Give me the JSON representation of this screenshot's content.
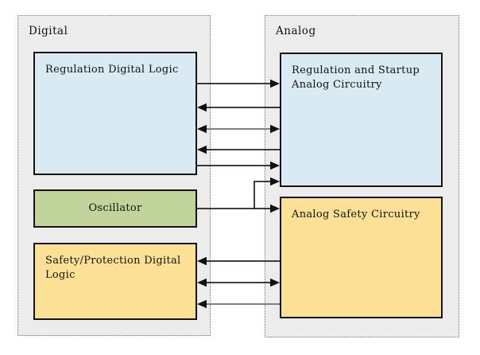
{
  "diagram": {
    "groups": [
      {
        "id": "digital",
        "label": "Digital"
      },
      {
        "id": "analog",
        "label": "Analog"
      }
    ],
    "blocks": [
      {
        "id": "reg-digital",
        "label": "Regulation Digital Logic",
        "group": "digital",
        "fill": "#d9eaf2"
      },
      {
        "id": "oscillator",
        "label": "Oscillator",
        "group": "digital",
        "fill": "#c1d49c"
      },
      {
        "id": "safety-digital",
        "label": "Safety/Protection Digital Logic",
        "group": "digital",
        "fill": "#fce095"
      },
      {
        "id": "reg-analog",
        "label": "Regulation and Startup Analog Circuitry",
        "group": "analog",
        "fill": "#d9eaf2"
      },
      {
        "id": "safety-analog",
        "label": "Analog Safety Circuitry",
        "group": "analog",
        "fill": "#fce095"
      }
    ],
    "connections": [
      {
        "name": "reg-digital-to-reg-analog-top",
        "from": "reg-digital",
        "to": "reg-analog",
        "heads": "end",
        "shaft": "#000000",
        "width": 1.5,
        "points": [
          [
            248,
            105
          ],
          [
            352,
            105
          ]
        ]
      },
      {
        "name": "reg-analog-to-reg-digital-1",
        "from": "reg-analog",
        "to": "reg-digital",
        "heads": "start",
        "shaft": "#000000",
        "width": 1.5,
        "points": [
          [
            248,
            135
          ],
          [
            352,
            135
          ]
        ]
      },
      {
        "name": "reg-bidirectional",
        "from": "reg-digital",
        "to": "reg-analog",
        "heads": "both",
        "shaft": "#7f7f7f",
        "width": 2,
        "points": [
          [
            248,
            162
          ],
          [
            352,
            162
          ]
        ]
      },
      {
        "name": "reg-analog-to-reg-digital-2",
        "from": "reg-analog",
        "to": "reg-digital",
        "heads": "start",
        "shaft": "#000000",
        "width": 1.5,
        "points": [
          [
            248,
            188
          ],
          [
            352,
            188
          ]
        ]
      },
      {
        "name": "reg-digital-to-reg-analog-bottom",
        "from": "reg-digital",
        "to": "reg-analog",
        "heads": "end",
        "shaft": "#000000",
        "width": 1.5,
        "points": [
          [
            248,
            208
          ],
          [
            352,
            208
          ]
        ]
      },
      {
        "name": "oscillator-to-safety-analog",
        "from": "oscillator",
        "to": "safety-analog",
        "heads": "end",
        "shaft": "#000000",
        "width": 1.5,
        "points": [
          [
            248,
            262
          ],
          [
            352,
            262
          ]
        ]
      },
      {
        "name": "oscillator-branch-to-reg-analog",
        "from": "oscillator",
        "to": "reg-analog",
        "heads": "end",
        "shaft": "#000000",
        "width": 1.5,
        "points": [
          [
            320,
            262
          ],
          [
            320,
            228
          ],
          [
            352,
            228
          ]
        ]
      },
      {
        "name": "safety-analog-to-safety-digital-1",
        "from": "safety-analog",
        "to": "safety-digital",
        "heads": "start",
        "shaft": "#000000",
        "width": 1.5,
        "points": [
          [
            248,
            328
          ],
          [
            352,
            328
          ]
        ]
      },
      {
        "name": "safety-bidirectional",
        "from": "safety-digital",
        "to": "safety-analog",
        "heads": "both",
        "shaft": "#000000",
        "width": 1.5,
        "points": [
          [
            248,
            355
          ],
          [
            352,
            355
          ]
        ]
      },
      {
        "name": "safety-analog-to-safety-digital-2",
        "from": "safety-analog",
        "to": "safety-digital",
        "heads": "start",
        "shaft": "#7f7f7f",
        "width": 2,
        "points": [
          [
            248,
            382
          ],
          [
            352,
            382
          ]
        ]
      }
    ],
    "arrowhead_color": "#111111"
  },
  "colors": {
    "group_fill": "#ececec",
    "group_border": "#777777",
    "block_border": "#141414",
    "blue_fill": "#d9eaf2",
    "green_fill": "#c1d49c",
    "yellow_fill": "#fce095",
    "gray_wire": "#7f7f7f",
    "black_wire": "#000000"
  }
}
